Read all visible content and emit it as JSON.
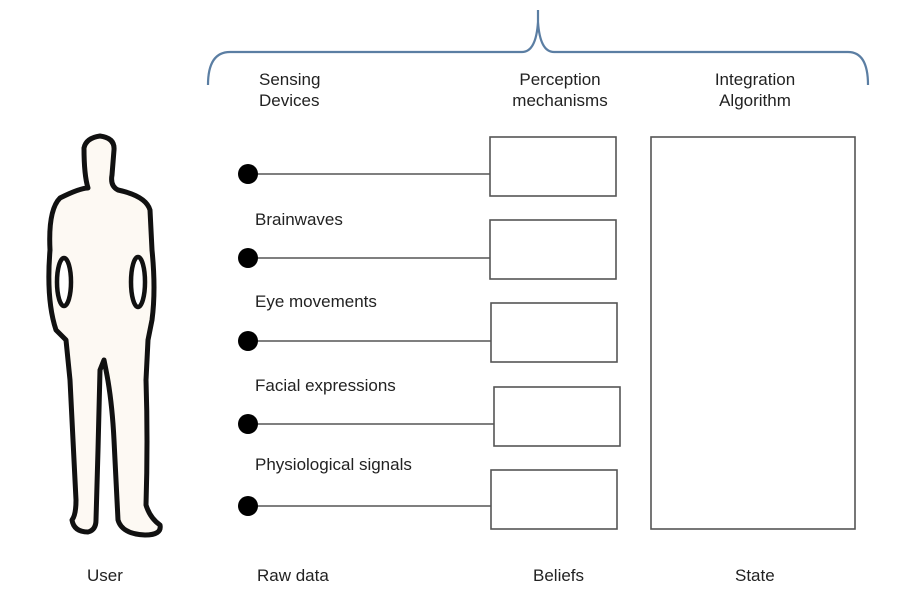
{
  "colors": {
    "brace": "#5b7ea3",
    "line": "#555555",
    "box_stroke": "#555555",
    "dot": "#000000",
    "figure_fill": "#fdf9f3",
    "figure_outline": "#111111"
  },
  "headers": {
    "sensing": [
      "Sensing",
      "Devices"
    ],
    "perception": [
      "Perception",
      "mechanisms"
    ],
    "integration": [
      "Integration",
      "Algorithm"
    ]
  },
  "signals": [
    {
      "label": ""
    },
    {
      "label": "Brainwaves"
    },
    {
      "label": "Eye movements"
    },
    {
      "label": "Facial expressions"
    },
    {
      "label": "Physiological signals"
    }
  ],
  "footer": {
    "user": "User",
    "raw_data": "Raw data",
    "beliefs": "Beliefs",
    "state": "State"
  }
}
